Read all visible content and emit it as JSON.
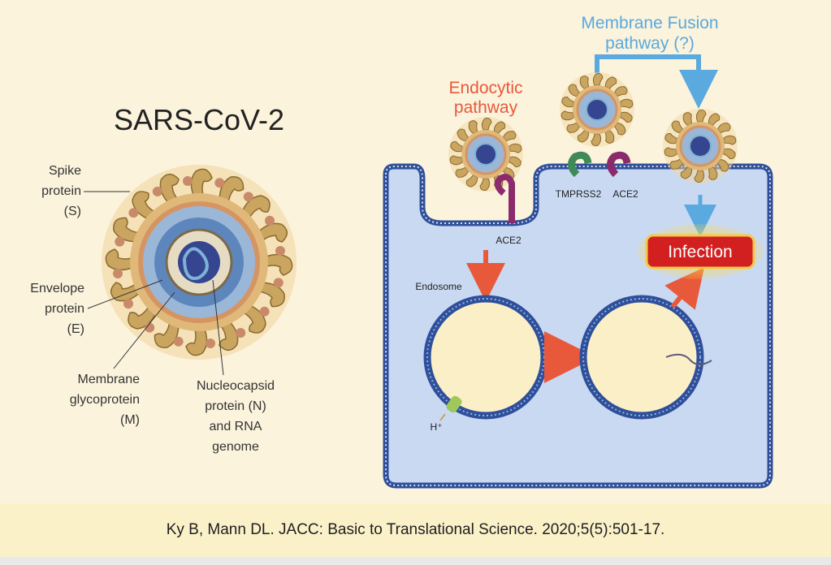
{
  "title": "SARS-CoV-2",
  "labels": {
    "spike": [
      "Spike",
      "protein",
      "(S)"
    ],
    "envelope": [
      "Envelope",
      "protein",
      "(E)"
    ],
    "membrane": [
      "Membrane",
      "glycoprotein",
      "(M)"
    ],
    "nucleocapsid": [
      "Nucleocapsid",
      "protein (N)",
      "and RNA",
      "genome"
    ]
  },
  "pathways": {
    "endocytic": [
      "Endocytic",
      "pathway"
    ],
    "fusion": [
      "Membrane Fusion",
      "pathway (?)"
    ]
  },
  "receptors": {
    "ace2_left": "ACE2",
    "tmprss2": "TMPRSS2",
    "ace2_right": "ACE2"
  },
  "endosome_label": "Endosome",
  "proton_label": "H⁺",
  "infection_label": "Infection",
  "caption": "Ky B, Mann DL. JACC: Basic to Translational Science. 2020;5(5):501-17.",
  "colors": {
    "endocytic": "#e8593c",
    "fusion": "#5aa9df",
    "cell": "#c9d9f2",
    "membrane": "#2f4f9a",
    "infection": "#d21f1f",
    "spike": "#c9a560",
    "ace2": "#8c2b6c",
    "tmprss2": "#3f8a57"
  }
}
